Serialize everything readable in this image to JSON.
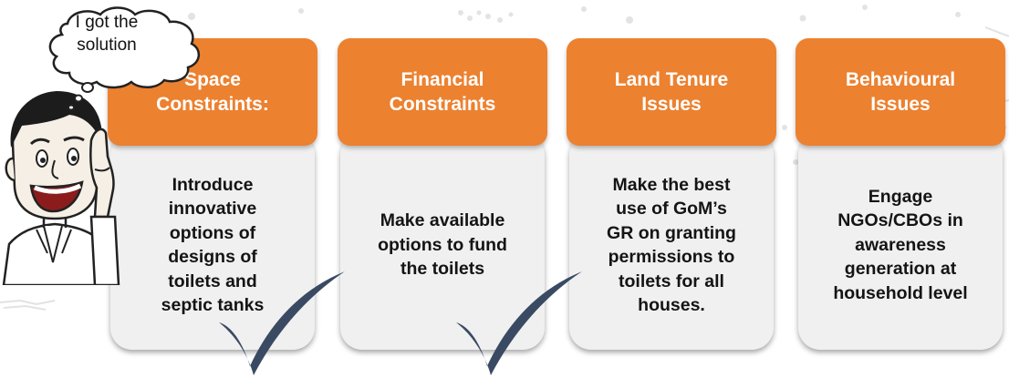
{
  "thought_bubble": {
    "text": "I got the\nsolution"
  },
  "columns": [
    {
      "header": "Space\nConstraints:",
      "body": "Introduce\ninnovative\noptions of\ndesigns of\ntoilets and\nseptic tanks",
      "checked": true
    },
    {
      "header": "Financial\nConstraints",
      "body": "Make available\noptions to fund\nthe toilets",
      "checked": true
    },
    {
      "header": "Land Tenure\nIssues",
      "body": "Make the best\nuse of GoM’s\nGR on granting\npermissions to\ntoilets for all\nhouses.",
      "checked": false
    },
    {
      "header": "Behavioural\nIssues",
      "body": "Engage\nNGOs/CBOs in\nawareness\ngeneration at\nhousehold level",
      "checked": false
    }
  ],
  "colors": {
    "header": "#ec8130",
    "body": "#f0f0f0",
    "checkmark": "#3a4a63",
    "text_dark": "#141414",
    "text_light": "#ffffff"
  },
  "icons": [
    "checkmark-icon",
    "cartoon-man-illustration",
    "thought-bubble-icon"
  ]
}
